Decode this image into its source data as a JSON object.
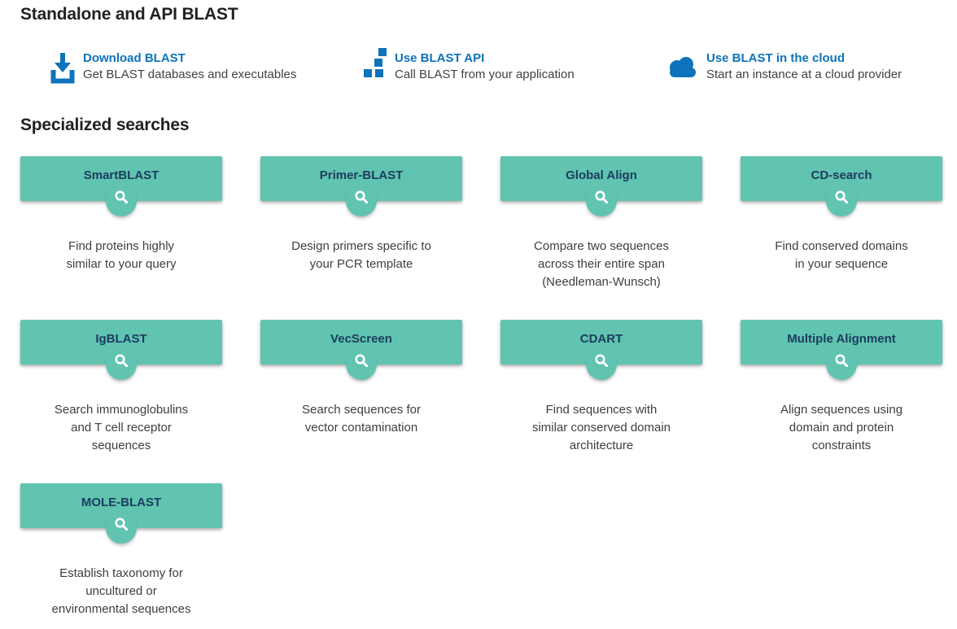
{
  "colors": {
    "card_teal": "#60c4b0",
    "card_title_navy": "#1d3c60",
    "link_blue": "#0d73ba",
    "heading_text": "#212121",
    "body_text": "#3e3e3e"
  },
  "standalone": {
    "heading": "Standalone and API BLAST",
    "links": [
      {
        "icon": "download-icon",
        "title": "Download BLAST",
        "subtitle": "Get BLAST databases and executables"
      },
      {
        "icon": "api-blocks-icon",
        "title": "Use BLAST API",
        "subtitle": "Call BLAST from your application"
      },
      {
        "icon": "cloud-icon",
        "title": "Use BLAST in the cloud",
        "subtitle": "Start an instance at a cloud provider"
      }
    ]
  },
  "specialized": {
    "heading": "Specialized searches",
    "card_icon": "search-icon",
    "cards": [
      {
        "title": "SmartBLAST",
        "description": [
          "Find proteins highly",
          "similar to your query"
        ]
      },
      {
        "title": "Primer-BLAST",
        "description": [
          "Design primers specific to",
          "your PCR template"
        ]
      },
      {
        "title": "Global Align",
        "description": [
          "Compare two sequences",
          "across their entire span",
          "(Needleman-Wunsch)"
        ]
      },
      {
        "title": "CD-search",
        "description": [
          "Find conserved domains",
          "in your sequence"
        ]
      },
      {
        "title": "IgBLAST",
        "description": [
          "Search immunoglobulins",
          "and T cell receptor",
          "sequences"
        ]
      },
      {
        "title": "VecScreen",
        "description": [
          "Search sequences for",
          "vector contamination"
        ]
      },
      {
        "title": "CDART",
        "description": [
          "Find sequences with",
          "similar conserved domain",
          "architecture"
        ]
      },
      {
        "title": "Multiple Alignment",
        "description": [
          "Align sequences using",
          "domain and protein",
          "constraints"
        ]
      },
      {
        "title": "MOLE-BLAST",
        "description": [
          "Establish taxonomy for",
          "uncultured or",
          "environmental sequences"
        ]
      }
    ]
  }
}
